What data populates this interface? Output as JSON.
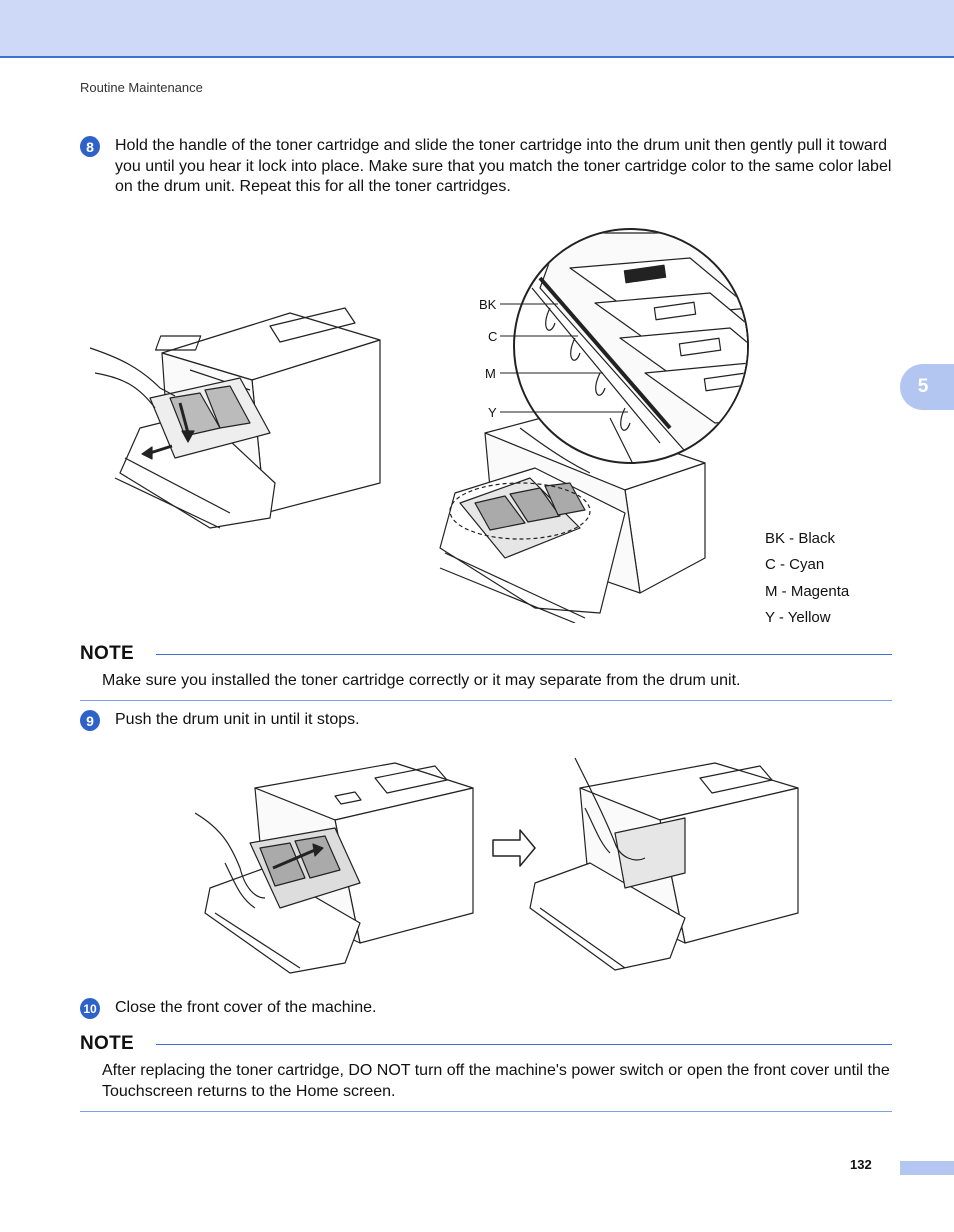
{
  "header": {
    "section": "Routine Maintenance",
    "chapter_tab": "5"
  },
  "steps": [
    {
      "number": "8",
      "text": "Hold the handle of the toner cartridge and slide the toner cartridge into the drum unit then gently pull it toward you until you hear it lock into place. Make sure that you match the toner cartridge color to the same color label on the drum unit. Repeat this for all the toner cartridges."
    },
    {
      "number": "9",
      "text": "Push the drum unit in until it stops."
    },
    {
      "number": "10",
      "text": "Close the front cover of the machine."
    }
  ],
  "figure1": {
    "callouts": [
      "BK",
      "C",
      "M",
      "Y"
    ]
  },
  "legend": [
    "BK - Black",
    "C - Cyan",
    "M - Magenta",
    "Y - Yellow"
  ],
  "notes": [
    {
      "title": "NOTE",
      "text": "Make sure you installed the toner cartridge correctly or it may separate from the drum unit."
    },
    {
      "title": "NOTE",
      "text": "After replacing the toner cartridge, DO NOT turn off the machine's power switch or open the front cover until the Touchscreen returns to the Home screen."
    }
  ],
  "footer": {
    "page_number": "132"
  }
}
